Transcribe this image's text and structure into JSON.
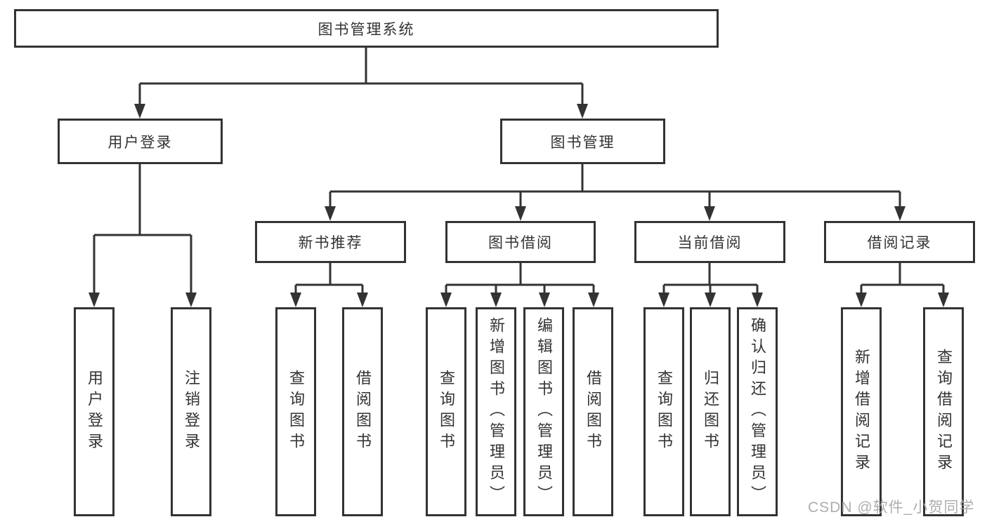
{
  "tree": {
    "label": "图书管理系统",
    "children": [
      {
        "label": "用户登录",
        "children": [
          {
            "label": "用户登录"
          },
          {
            "label": "注销登录"
          }
        ]
      },
      {
        "label": "图书管理",
        "children": [
          {
            "label": "新书推荐",
            "children": [
              {
                "label": "查询图书"
              },
              {
                "label": "借阅图书"
              }
            ]
          },
          {
            "label": "图书借阅",
            "children": [
              {
                "label": "查询图书"
              },
              {
                "label": "新增图书（管理员）"
              },
              {
                "label": "编辑图书（管理员）"
              },
              {
                "label": "借阅图书"
              }
            ]
          },
          {
            "label": "当前借阅",
            "children": [
              {
                "label": "查询图书"
              },
              {
                "label": "归还图书"
              },
              {
                "label": "确认归还（管理员）"
              }
            ]
          },
          {
            "label": "借阅记录",
            "children": [
              {
                "label": "新增借阅记录"
              },
              {
                "label": "查询借阅记录"
              }
            ]
          }
        ]
      }
    ]
  },
  "watermark": {
    "text": "CSDN @软件_小贺同学"
  },
  "colors": {
    "line": "#333333",
    "text": "#333333",
    "box_background": "#ffffff",
    "watermark": "#a5a5a5"
  }
}
